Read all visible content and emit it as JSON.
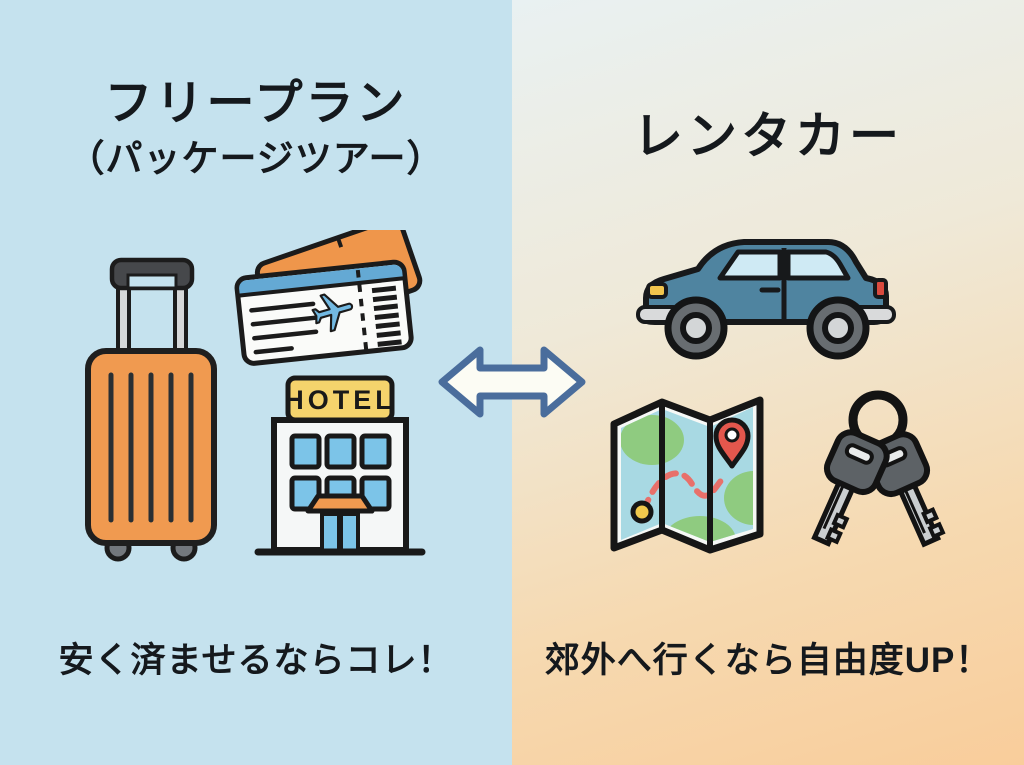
{
  "left_panel": {
    "title_line1": "フリープラン",
    "title_line2": "（パッケージツアー）",
    "caption": "安く済ませるならコレ！",
    "background_color": "#c5e2ee",
    "icons": [
      {
        "name": "suitcase-icon",
        "body_color": "#f09a50"
      },
      {
        "name": "flight-tickets-icon",
        "ticket_color": "#ef964b",
        "stripe_color": "#64a9d4",
        "plane_color": "#72b9e2"
      },
      {
        "name": "hotel-icon",
        "sign_text": "HOTEL",
        "sign_color": "#f5d36c",
        "window_color": "#7cc4e8",
        "awning_color": "#f09a50"
      }
    ]
  },
  "center": {
    "icon": "double-arrow-icon",
    "arrow_fill": "#fcfcf4",
    "arrow_outline": "#4a6d9c"
  },
  "right_panel": {
    "title": "レンタカー",
    "caption": "郊外へ行くなら自由度UP！",
    "background_gradient": [
      "#e9f1f2",
      "#efe9d8",
      "#f9cd9b"
    ],
    "icons": [
      {
        "name": "car-icon",
        "body_color": "#4f84a0",
        "window_color": "#cfeaf4",
        "headlight_color": "#f2c54d",
        "taillight_color": "#da4a3e"
      },
      {
        "name": "map-icon",
        "map_color": "#a8d9e3",
        "land_color": "#8fcb80",
        "route_color": "#e8706a",
        "pin_color": "#e3574d",
        "start_dot_color": "#f2c94c"
      },
      {
        "name": "car-keys-icon",
        "head_color": "#5d6266",
        "blade_color": "#caced0"
      }
    ]
  },
  "text_color": "#15191d"
}
